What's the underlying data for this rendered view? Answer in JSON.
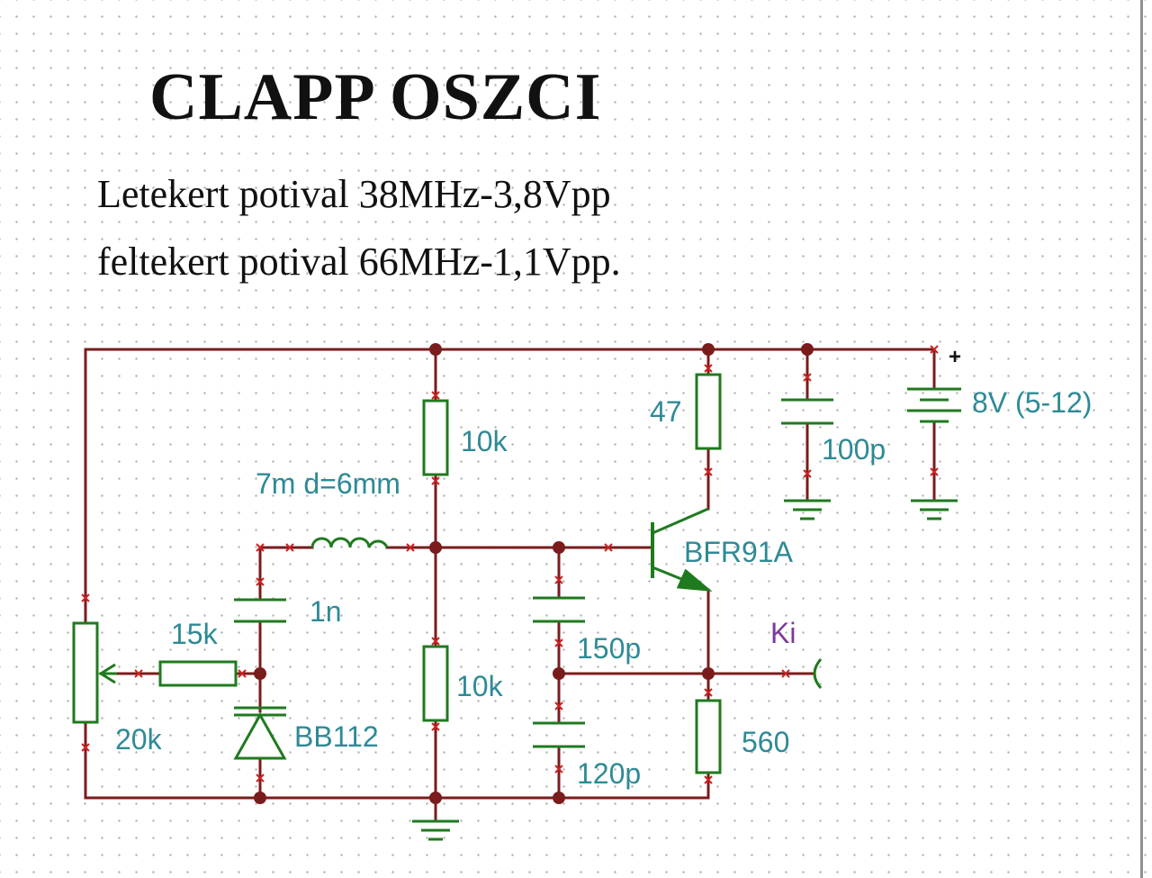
{
  "title": "CLAPP OSZCI",
  "subtitle_lines": [
    "Letekert potival 38MHz-3,8Vpp",
    "feltekert potival 66MHz-1,1Vpp."
  ],
  "components": {
    "r_top": "10k",
    "r_bottom": "10k",
    "r_collector": "47",
    "r_emitter": "560",
    "r_pot_series": "15k",
    "potentiometer": "20k",
    "inductor": "7m d=6mm",
    "c_coupling": "1n",
    "c_150": "150p",
    "c_120": "120p",
    "c_bypass": "100p",
    "varicap": "BB112",
    "transistor": "BFR91A",
    "battery": "8V (5-12)",
    "battery_plus": "+",
    "output": "Ki"
  },
  "colors": {
    "wire": "#7a1c1c",
    "component": "#1f7a1f",
    "label": "#2e8a96",
    "output_label": "#7a3a9a",
    "pin_mark": "#cc2222",
    "text": "#111111"
  }
}
